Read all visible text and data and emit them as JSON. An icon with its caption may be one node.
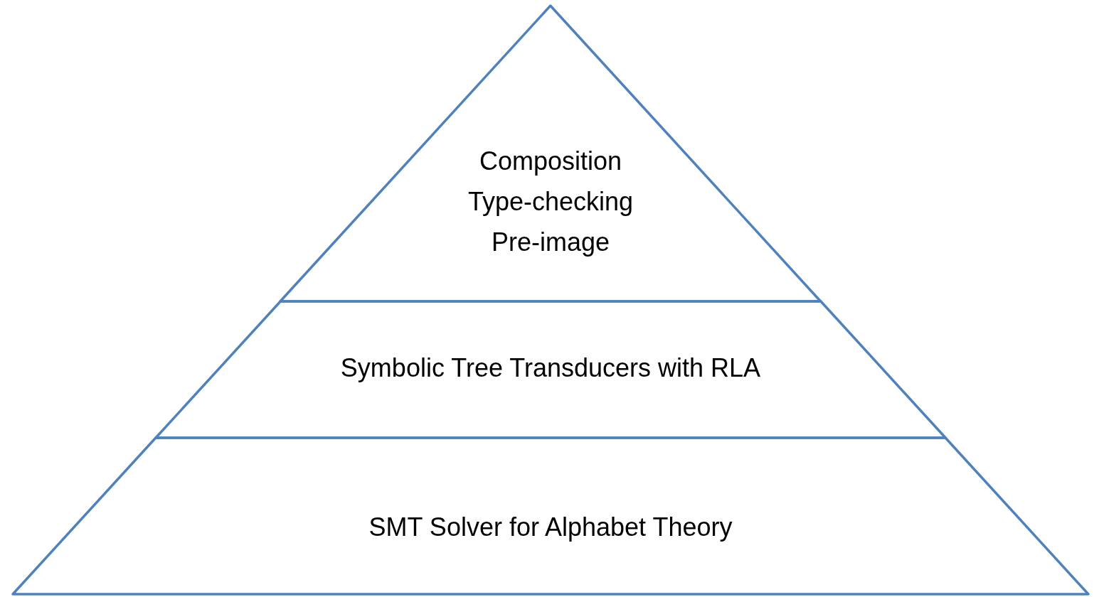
{
  "diagram": {
    "nodes": [
      {
        "text": [
          "Composition",
          "Type-checking",
          "Pre-image"
        ]
      },
      {
        "text": [
          "Symbolic Tree Transducers with RLA"
        ]
      },
      {
        "text": [
          "SMT Solver for Alphabet Theory"
        ]
      }
    ]
  }
}
